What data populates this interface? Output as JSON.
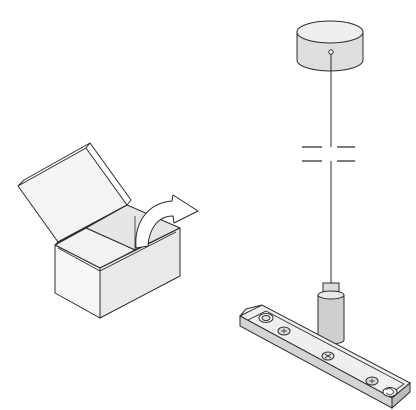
{
  "illustration": {
    "kind": "installation-instruction",
    "panels": [
      "unpack-box",
      "ceiling-suspension-fixture"
    ],
    "colors": {
      "line": "#2b2b2b",
      "fill_light": "#f4f4f4",
      "fill_mid": "#e2e2e2",
      "fill_dark": "#c9c9c9",
      "background": "#ffffff"
    }
  }
}
